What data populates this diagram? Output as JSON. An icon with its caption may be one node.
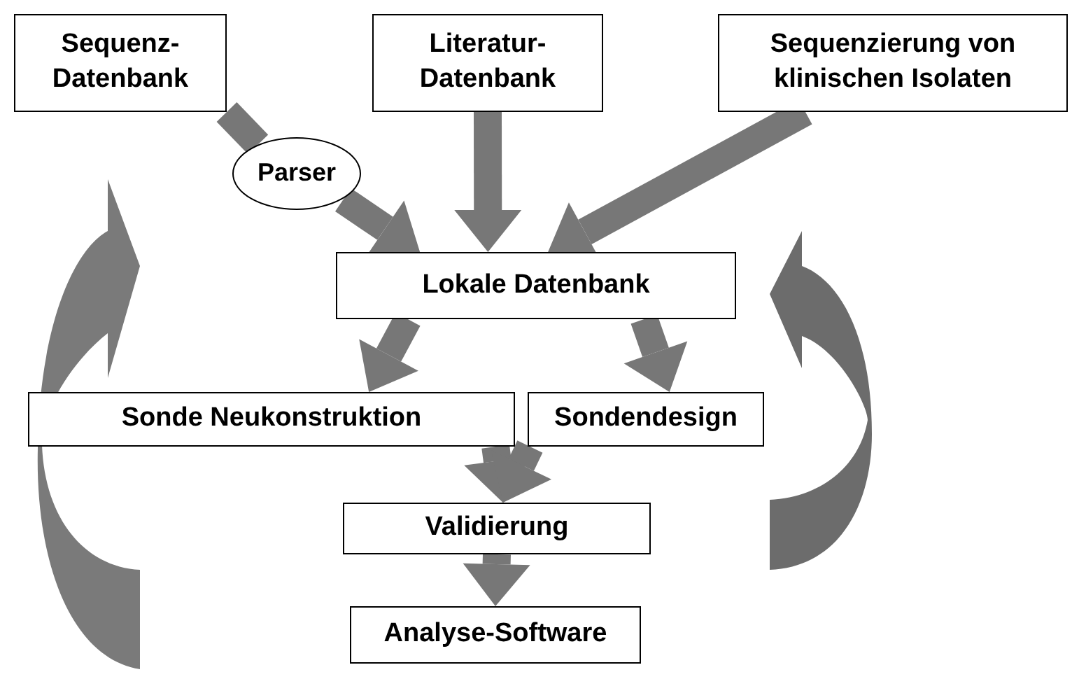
{
  "diagram": {
    "nodes": [
      {
        "text": [
          "Sequenz-Datenbank"
        ]
      },
      {
        "text": [
          "Literatur-Datenbank"
        ]
      },
      {
        "text": [
          "Sequenzierung von klinischen Isolaten"
        ]
      },
      {
        "text": [
          "Parser"
        ]
      },
      {
        "text": [
          "Lokale Datenbank"
        ]
      },
      {
        "text": [
          "Sonde Neukonstruktion"
        ]
      },
      {
        "text": [
          "Sondendesign"
        ]
      },
      {
        "text": [
          "Validierung"
        ]
      },
      {
        "text": [
          "Analyse-Software"
        ]
      }
    ],
    "edges": [
      {
        "from": 0,
        "to": 3,
        "arrow": "none"
      },
      {
        "from": 3,
        "to": 4,
        "arrow": "to"
      },
      {
        "from": 1,
        "to": 4,
        "arrow": "to"
      },
      {
        "from": 2,
        "to": 4,
        "arrow": "to"
      },
      {
        "from": 4,
        "to": 5,
        "arrow": "to"
      },
      {
        "from": 4,
        "to": 6,
        "arrow": "to"
      },
      {
        "from": 5,
        "to": 7,
        "arrow": "to"
      },
      {
        "from": 6,
        "to": 7,
        "arrow": "to"
      },
      {
        "from": 7,
        "to": 8,
        "arrow": "to"
      }
    ]
  }
}
